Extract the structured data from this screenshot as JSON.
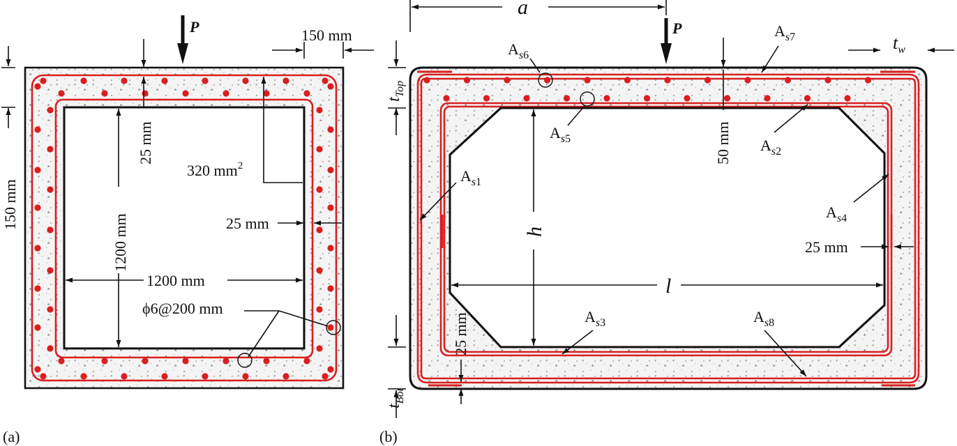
{
  "panel_a": {
    "caption": "(a)",
    "load": "P",
    "dim_top_cover": "150 mm",
    "dim_left_cover": "150 mm",
    "dim_inner_height": "1200 mm",
    "dim_inner_width": "1200 mm",
    "dim_rebar_offset_top": "25 mm",
    "dim_rebar_offset_side": "25 mm",
    "rebar_area": "320 mm",
    "rebar_area_exp": "2",
    "stirrup_label": "ϕ6@200 mm"
  },
  "panel_b": {
    "caption": "(b)",
    "load": "P",
    "dim_a": "a",
    "dim_h": "h",
    "dim_l": "l",
    "t_top_main": "t",
    "t_top_sub": "Top",
    "t_bot_main": "t",
    "t_bot_sub": "Bot",
    "t_w_main": "t",
    "t_w_sub": "w",
    "dim_50": "50 mm",
    "dim_25_side": "25 mm",
    "dim_25_bottom": "25 mm",
    "rebar_labels": {
      "As1": {
        "A": "A",
        "s": "s",
        "n": "1"
      },
      "As2": {
        "A": "A",
        "s": "s",
        "n": "2"
      },
      "As3": {
        "A": "A",
        "s": "s",
        "n": "3"
      },
      "As4": {
        "A": "A",
        "s": "s",
        "n": "4"
      },
      "As5": {
        "A": "A",
        "s": "s",
        "n": "5"
      },
      "As6": {
        "A": "A",
        "s": "s",
        "n": "6"
      },
      "As7": {
        "A": "A",
        "s": "s",
        "n": "7"
      },
      "As8": {
        "A": "A",
        "s": "s",
        "n": "8"
      }
    }
  },
  "colors": {
    "rebar": "#d91f1f",
    "concrete": "#f4f4f4",
    "outline": "#111111"
  }
}
